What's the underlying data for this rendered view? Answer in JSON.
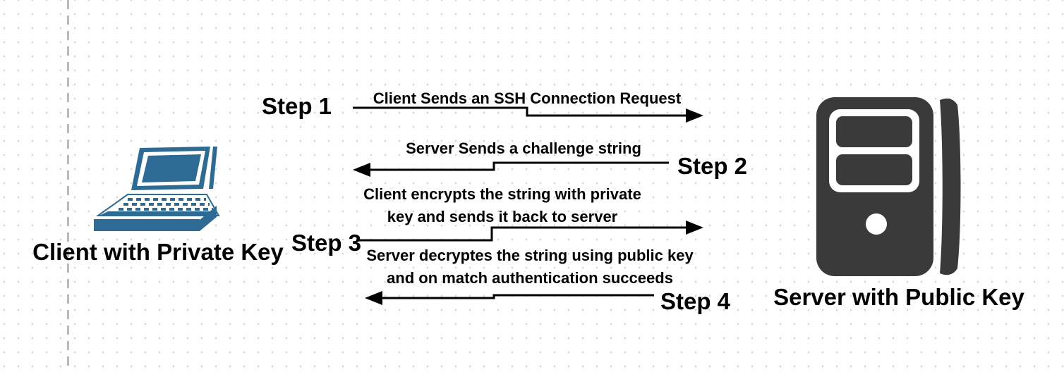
{
  "diagram": {
    "topic": "SSH key based authentication flow"
  },
  "client": {
    "label": "Client with Private Key",
    "icon": "laptop-icon"
  },
  "server": {
    "label": "Server with Public Key",
    "icon": "server-icon"
  },
  "steps": [
    {
      "label": "Step 1",
      "message": "Client Sends an SSH Connection Request",
      "direction": "client-to-server"
    },
    {
      "label": "Step 2",
      "message": "Server Sends a challenge string",
      "direction": "server-to-client"
    },
    {
      "label": "Step 3",
      "message": "Client encrypts the string with private\nkey and sends it back to server",
      "direction": "client-to-server"
    },
    {
      "label": "Step 4",
      "message": "Server decryptes the string using public key\nand on match authentication succeeds",
      "direction": "server-to-client"
    }
  ],
  "colors": {
    "laptop_blue": "#2e6b94",
    "server_dark": "#3a3a3a",
    "text": "#000000",
    "arrow": "#000000",
    "grid_dot": "#d8d8d8",
    "guide_dashed_line": "#b9b9b9",
    "background": "#ffffff"
  }
}
